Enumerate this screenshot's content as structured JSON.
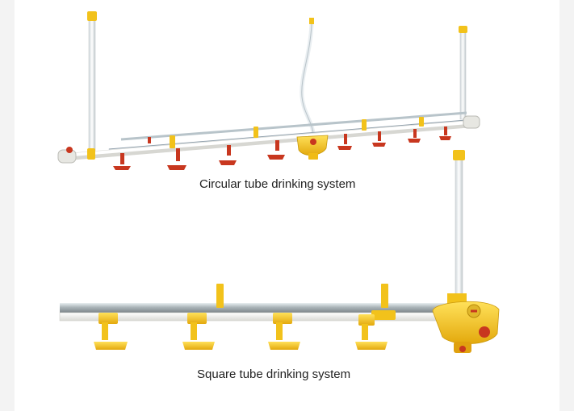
{
  "captions": {
    "circular": "Circular tube drinking system",
    "square": "Square tube drinking system"
  },
  "colors": {
    "feeder_red": "#c8371f",
    "feeder_yellow": "#f2c21b",
    "tube_silver": "#b9c2c6",
    "pipe_white": "#f4f4f0",
    "background": "#ffffff"
  },
  "illustrations": {
    "circular": {
      "name": "circular-tube-drinking-system",
      "drinker_count": 9
    },
    "square": {
      "name": "square-tube-drinking-system",
      "drinker_count": 4
    }
  }
}
